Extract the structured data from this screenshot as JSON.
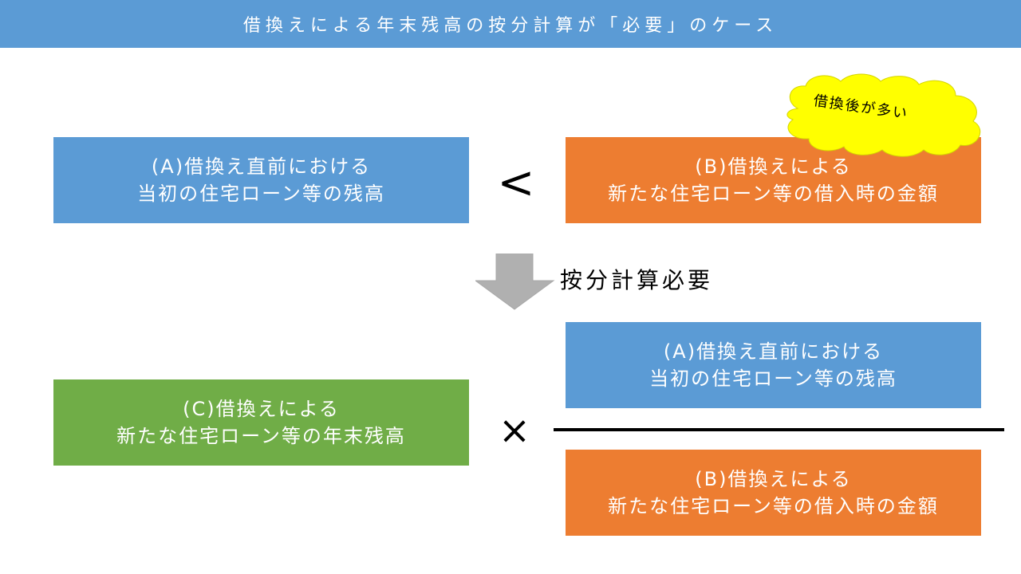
{
  "header": {
    "title": "借換えによる年末残高の按分計算が「必要」のケース"
  },
  "box_a": {
    "line1": "(A)借換え直前における",
    "line2": "当初の住宅ローン等の残高"
  },
  "box_b": {
    "line1": "(B)借換えによる",
    "line2": "新たな住宅ローン等の借入時の金額"
  },
  "box_c": {
    "line1": "(C)借換えによる",
    "line2": "新たな住宅ローン等の年末残高"
  },
  "operators": {
    "less_than": "<",
    "times": "×"
  },
  "arrow": {
    "label": "按分計算必要"
  },
  "callout": {
    "text": "借換後が多い"
  },
  "colors": {
    "blue": "#5b9bd5",
    "orange": "#ed7d31",
    "green": "#70ad47",
    "callout": "#ffff00"
  }
}
